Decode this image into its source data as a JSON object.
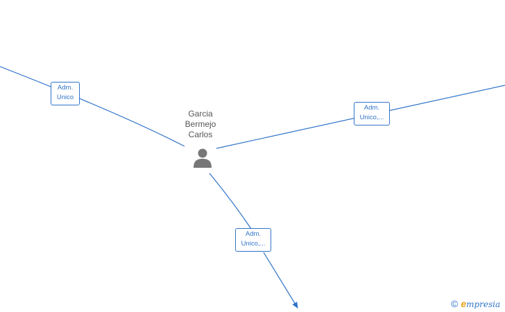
{
  "person": {
    "name_line1": "Garcia",
    "name_line2": "Bermejo",
    "name_line3": "Carlos",
    "icon": "person-icon",
    "icon_color": "#777777"
  },
  "relations": [
    {
      "line1": "Adm.",
      "line2": "Unico"
    },
    {
      "line1": "Adm.",
      "line2": "Unico,..."
    },
    {
      "line1": "Adm.",
      "line2": "Unico,..."
    }
  ],
  "colors": {
    "edge": "#2f73c9",
    "label_text": "#2f73c9",
    "node_text": "#555555",
    "brand_accent": "#e8a317"
  },
  "brand": {
    "copyright": "©",
    "e_letter": "e",
    "name_rest": "mpresia"
  }
}
